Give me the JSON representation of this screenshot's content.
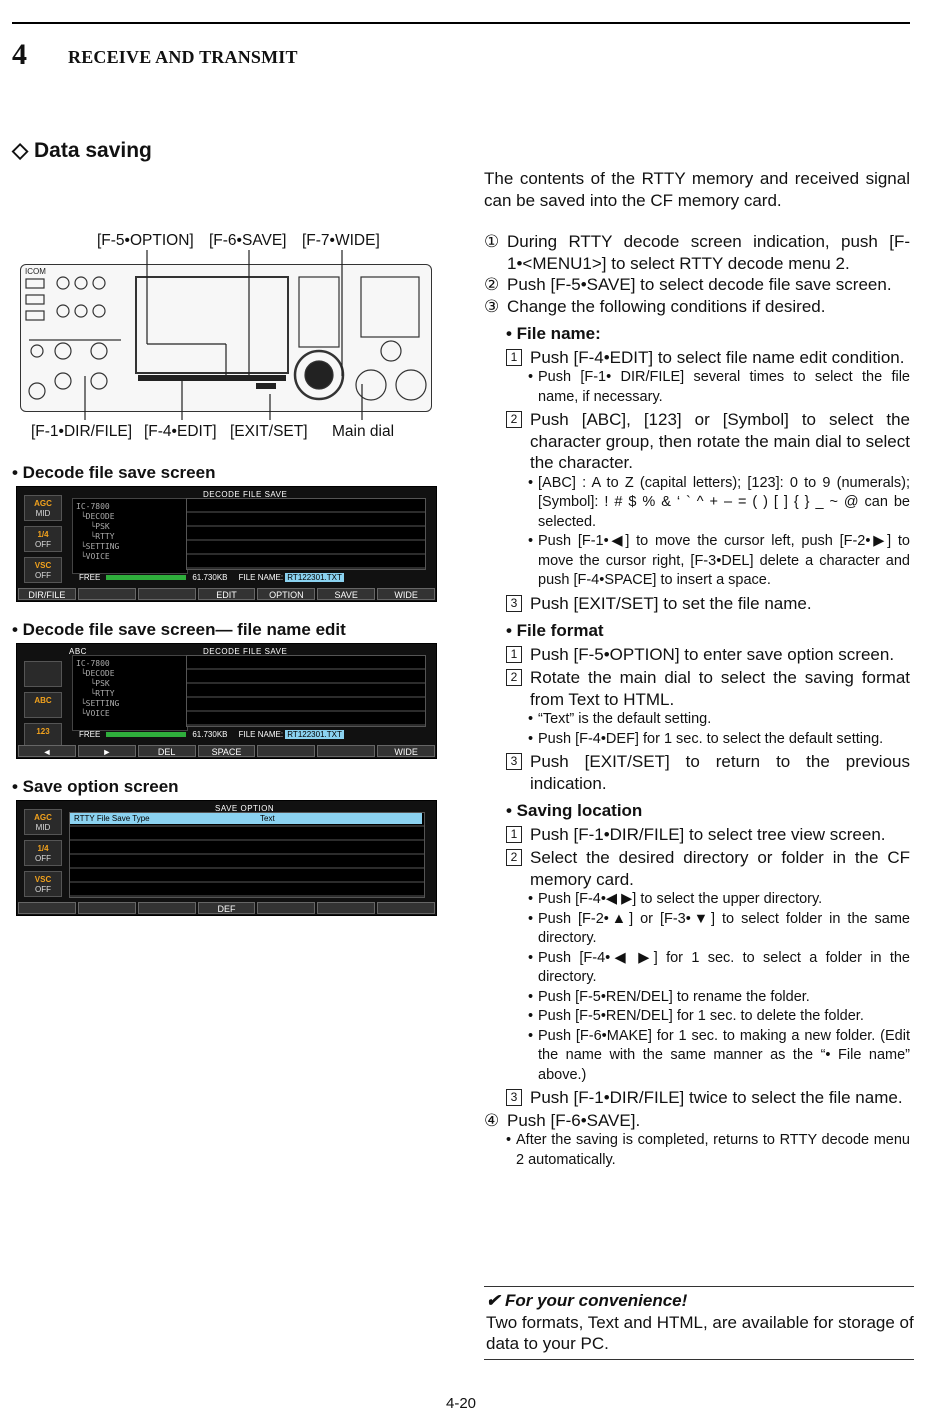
{
  "header": {
    "chapter_number": "4",
    "chapter_title": "RECEIVE AND TRANSMIT"
  },
  "section_title": "◇ Data saving",
  "intro": "The contents of the RTTY memory and received signal can be saved into the CF memory card.",
  "radio_labels": {
    "top": [
      "[F-5•OPTION]",
      "[F-6•SAVE]",
      "[F-7•WIDE]"
    ],
    "bottom": [
      "[F-1•DIR/FILE]",
      "[F-4•EDIT]",
      "[EXIT/SET]",
      "Main dial"
    ],
    "brand": "ICOM"
  },
  "screens": {
    "s1_caption": "• Decode file save screen",
    "s2_caption": "• Decode file save screen— file name edit",
    "s3_caption": "• Save option screen",
    "decode_title": "DECODE FILE SAVE",
    "tree": "IC-7800\n └DECODE\n   └PSK\n   └RTTY\n └SETTING\n └VOICE",
    "free_label": "FREE",
    "free_value": "61.730KB",
    "file_name_label": "FILE NAME:",
    "file_name": "RT122301.TXT",
    "abc_label": "ABC",
    "side1": [
      {
        "top": "AGC",
        "bot": "MID"
      },
      {
        "top": "1/4",
        "bot": "OFF"
      },
      {
        "top": "VSC",
        "bot": "OFF"
      }
    ],
    "side2": [
      {
        "top": "",
        "bot": ""
      },
      {
        "top": "ABC",
        "bot": ""
      },
      {
        "top": "123",
        "bot": ""
      }
    ],
    "fkeys1": [
      "DIR/FILE",
      "",
      "",
      "EDIT",
      "OPTION",
      "SAVE",
      "WIDE"
    ],
    "fkeys2": [
      "◄",
      "►",
      "DEL",
      "SPACE",
      "",
      "",
      "WIDE"
    ],
    "fkeys3": [
      "",
      "",
      "",
      "DEF",
      "",
      "",
      ""
    ],
    "save_option_title": "SAVE OPTION",
    "save_option_row_label": "RTTY File Save Type",
    "save_option_row_value": "Text"
  },
  "steps": {
    "s1_num": "①",
    "s1": "During RTTY decode screen indication, push [F-1•<MENU1>] to select RTTY decode menu 2.",
    "s2_num": "②",
    "s2": "Push [F-5•SAVE] to select decode file save screen.",
    "s3_num": "③",
    "s3": "Change the following conditions if desired.",
    "file_name_head": "• File name:",
    "fn1": "Push [F-4•EDIT] to select file name edit condition.",
    "fn1_b1": "Push [F-1• DIR/FILE] several times to select the file name, if necessary.",
    "fn2": "Push [ABC], [123] or [Symbol] to select the character group, then rotate the main dial to select the character.",
    "fn2_b1": "[ABC] : A to Z (capital letters); [123]: 0 to 9 (numerals); [Symbol]: ! # $ % & ‘ ` ^ + – = ( ) [ ] { } _ ~ @ can be selected.",
    "fn2_b2": "Push [F-1•◀] to move the cursor left, push [F-2•▶] to move the cursor right, [F-3•DEL] delete a character and push [F-4•SPACE] to insert a space.",
    "fn3": "Push [EXIT/SET] to set the file name.",
    "file_format_head": "• File format",
    "ff1": "Push [F-5•OPTION] to enter save option screen.",
    "ff2": "Rotate the main dial to select the saving format from Text to HTML.",
    "ff2_b1": "“Text” is the default setting.",
    "ff2_b2": "Push [F-4•DEF] for 1 sec. to select the default setting.",
    "ff3": "Push [EXIT/SET] to return to the previous indication.",
    "saving_location_head": "• Saving location",
    "sl1": "Push [F-1•DIR/FILE] to select tree view screen.",
    "sl2": "Select the desired directory or folder in the CF memory card.",
    "sl2_b1": "Push [F-4•◀ ▶] to select the upper directory.",
    "sl2_b2": "Push [F-2•▲] or [F-3•▼] to select folder in the same directory.",
    "sl2_b3": "Push [F-4•◀ ▶] for 1 sec. to select a folder in the directory.",
    "sl2_b4": "Push [F-5•REN/DEL] to rename the folder.",
    "sl2_b5": "Push [F-5•REN/DEL] for 1 sec. to delete the folder.",
    "sl2_b6": "Push [F-6•MAKE] for 1 sec. to making a new folder. (Edit the name with the same manner as the “• File name” above.)",
    "sl3": "Push [F-1•DIR/FILE] twice to select the file name.",
    "s4_num": "④",
    "s4": "Push [F-6•SAVE].",
    "s4_b1": "After the saving is completed, returns to RTTY decode menu 2 automatically.",
    "box1": "1",
    "box2": "2",
    "box3": "3",
    "bullet": "•"
  },
  "convenience": {
    "title": "✔ For your convenience!",
    "text": "Two formats, Text and HTML, are available for storage of data to your PC."
  },
  "page_number": "4-20"
}
